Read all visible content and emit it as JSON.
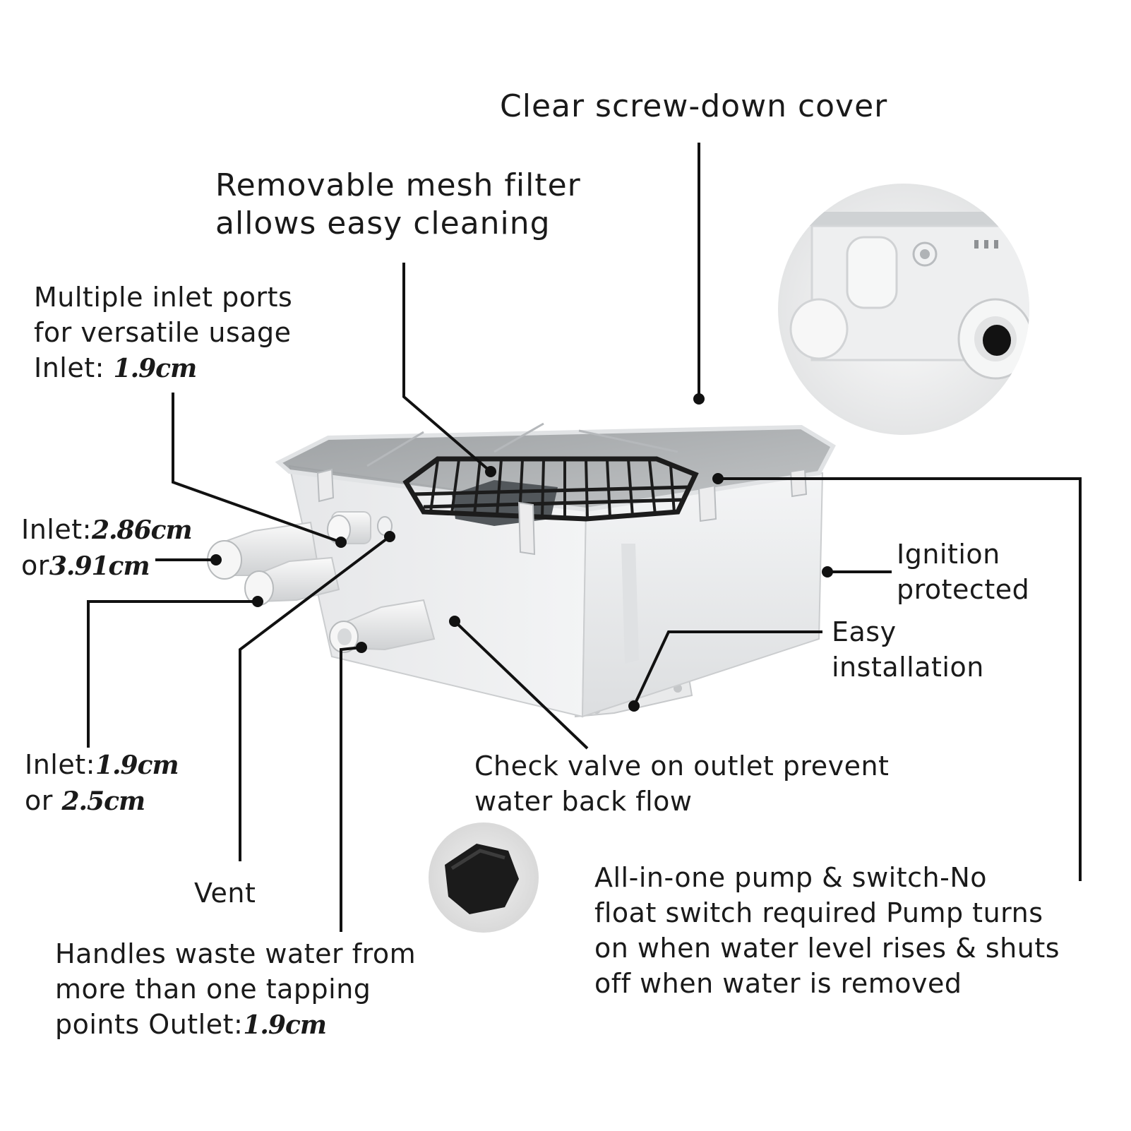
{
  "labels": {
    "cover": "Clear screw-down cover",
    "mesh_line1": "Removable mesh filter",
    "mesh_line2": "allows easy cleaning",
    "multi_line1": "Multiple inlet ports",
    "multi_line2": "for versatile usage",
    "multi_line3_text": "Inlet: ",
    "multi_line3_value": "1.9cm",
    "inlet_large_text1": "Inlet:",
    "inlet_large_value1": "2.86cm",
    "inlet_large_text2": "or",
    "inlet_large_value2": "3.91cm",
    "ignition_line1": "Ignition",
    "ignition_line2": "protected",
    "easy_line1": "Easy",
    "easy_line2": "installation",
    "inlet_small_text1": "Inlet:",
    "inlet_small_value1": "1.9cm",
    "inlet_small_text2": "or ",
    "inlet_small_value2": "2.5cm",
    "check_line1": "Check valve on outlet prevent",
    "check_line2": "water back flow",
    "vent": "Vent",
    "allinone_line1": "All-in-one pump & switch-No",
    "allinone_line2": "float switch required Pump turns",
    "allinone_line3": "on when water level rises & shuts",
    "allinone_line4": "off when water is removed",
    "handles_line1": "Handles waste water from",
    "handles_line2": "more than one tapping",
    "handles_line3_text": "points Outlet:",
    "handles_line3_value": "1.9cm"
  },
  "colors": {
    "leader_line": "#111111",
    "box_body": "#e8e9ea",
    "cover_tint": "#9fa3a6",
    "mesh": "#1c1c1c",
    "gasket": "#1b1b1b"
  }
}
